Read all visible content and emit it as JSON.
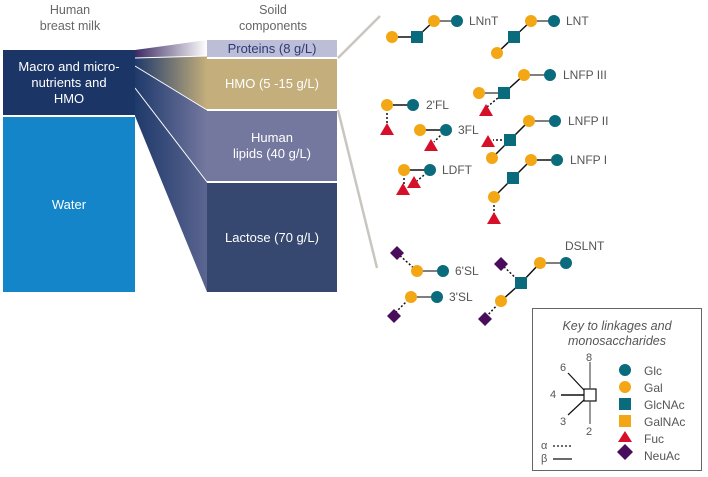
{
  "headers": {
    "milk": "Human\nbreast milk",
    "solids": "Soild\ncomponents"
  },
  "milk_blocks": [
    {
      "label": "Macro and micro-\nnutrients and\nHMO",
      "color": "#1b3567"
    },
    {
      "label": "Water",
      "color": "#1485c8"
    }
  ],
  "solid_blocks": [
    {
      "label": "Proteins (8 g/L)",
      "color": "#bcbdd6",
      "text_color": "#2d3a78"
    },
    {
      "label": "HMO (5 -15 g/L)",
      "color": "#c4ae7b",
      "text_color": "#ffffff"
    },
    {
      "label": "Human\nlipids (40 g/L)",
      "color": "#74789f",
      "text_color": "#ffffff"
    },
    {
      "label": "Lactose (70 g/L)",
      "color": "#36486f",
      "text_color": "#ffffff"
    }
  ],
  "structures": [
    {
      "name": "LNnT"
    },
    {
      "name": "LNT"
    },
    {
      "name": "LNFP III"
    },
    {
      "name": "2'FL"
    },
    {
      "name": "3FL"
    },
    {
      "name": "LNFP II"
    },
    {
      "name": "LDFT"
    },
    {
      "name": "LNFP I"
    },
    {
      "name": "6'SL"
    },
    {
      "name": "3'SL"
    },
    {
      "name": "DSLNT"
    }
  ],
  "key": {
    "title": "Key to linkages and\nmonosaccharides",
    "positions": [
      "8",
      "6",
      "4",
      "3",
      "2"
    ],
    "linkages": [
      {
        "symbol": "α",
        "style": "dashed"
      },
      {
        "symbol": "β",
        "style": "solid"
      }
    ],
    "monosaccharides": [
      {
        "name": "Glc",
        "shape": "circle",
        "color": "#0a6b7c"
      },
      {
        "name": "Gal",
        "shape": "circle",
        "color": "#f3a714"
      },
      {
        "name": "GlcNAc",
        "shape": "square",
        "color": "#0a6b7c"
      },
      {
        "name": "GalNAc",
        "shape": "square",
        "color": "#f3a714"
      },
      {
        "name": "Fuc",
        "shape": "triangle",
        "color": "#d7102a"
      },
      {
        "name": "NeuAc",
        "shape": "diamond",
        "color": "#4a0d5c"
      }
    ]
  },
  "colors": {
    "glc": "#0a6b7c",
    "gal": "#f3a714",
    "fuc": "#d7102a",
    "neuac": "#4a0d5c"
  }
}
